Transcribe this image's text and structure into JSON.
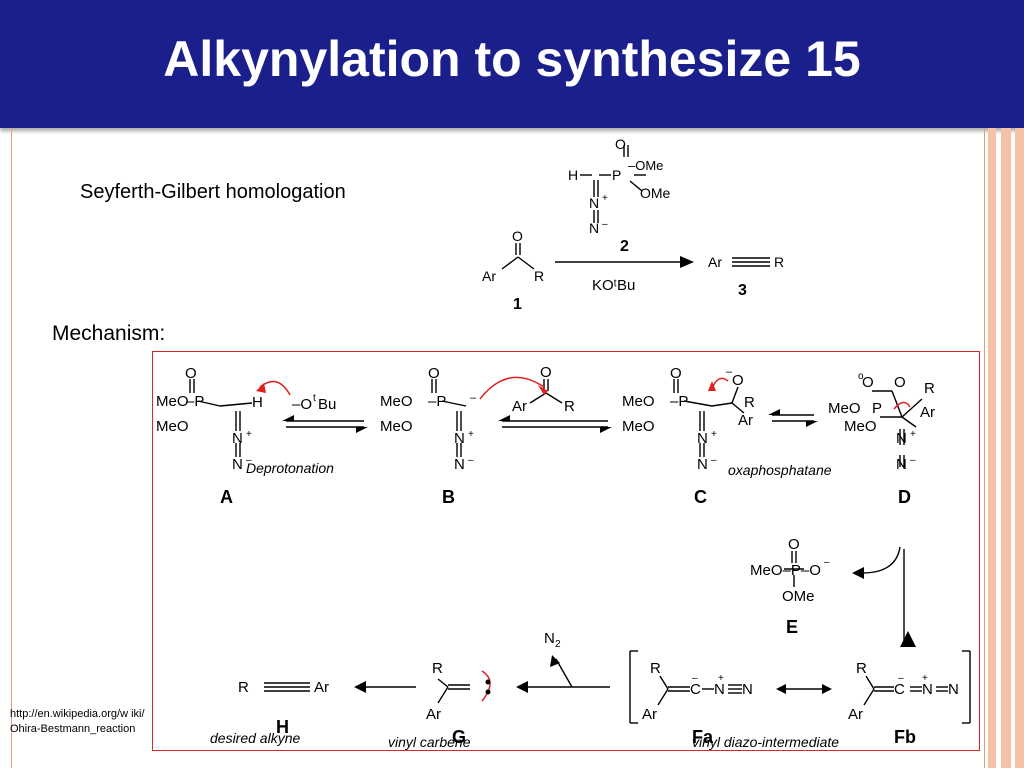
{
  "slide": {
    "title": "Alkynylation to synthesize 15",
    "subtitle": "Seyferth-Gilbert homologation",
    "mechanism_label": "Mechanism:",
    "citation": "http://en.wikipedia.org/w iki/Ohira-Bestmann_reaction"
  },
  "reaction": {
    "reagent_label": "2",
    "base_label": "KOᵗBu",
    "substrate_label": "1",
    "product_label": "3"
  },
  "mechanism": {
    "compounds": {
      "A": "A",
      "B": "B",
      "C": "C",
      "D": "D",
      "E": "E",
      "Fa": "Fa",
      "Fb": "Fb",
      "G": "G",
      "H": "H"
    },
    "step_labels": {
      "deprotonation": "Deprotonation",
      "oxaphosphatane": "oxaphosphatane",
      "desired_alkyne": "desired alkyne",
      "vinyl_carbene": "vinyl carbene",
      "vinyl_diazo": "vinyl diazo-intermediate"
    },
    "byproduct": "N2"
  },
  "colors": {
    "header": "#1a1f8c",
    "stripe": "#f6c2a6",
    "frame": "#d42a2a",
    "curved_arrow": "#e02020"
  }
}
